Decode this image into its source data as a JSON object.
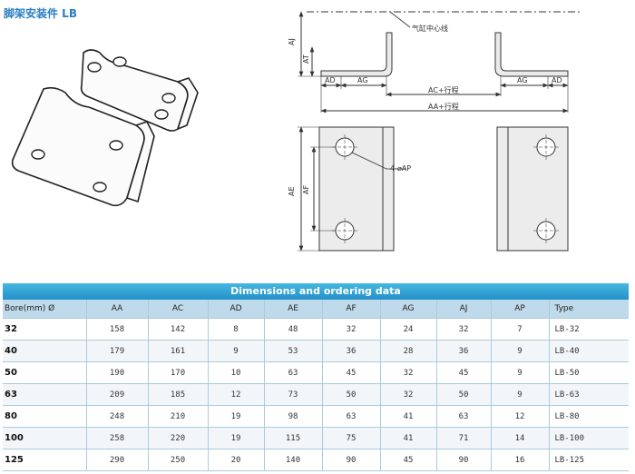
{
  "title": "脚架安装件 LB",
  "drawing": {
    "center_line_label": "气缸中心线",
    "hole_label": "4-⌀AP",
    "dims": {
      "aj": "AJ",
      "at": "AT",
      "ad": "AD",
      "ag": "AG",
      "af": "AF",
      "ae": "AE",
      "ac_stroke": "AC+行程",
      "aa_stroke": "AA+行程"
    }
  },
  "table": {
    "title": "Dimensions and ordering data",
    "columns": [
      "Bore(mm) Ø",
      "AA",
      "AC",
      "AD",
      "AE",
      "AF",
      "AG",
      "AJ",
      "AP",
      "Type"
    ],
    "rows": [
      [
        "32",
        "158",
        "142",
        "8",
        "48",
        "32",
        "24",
        "32",
        "7",
        "LB-32"
      ],
      [
        "40",
        "179",
        "161",
        "9",
        "53",
        "36",
        "28",
        "36",
        "9",
        "LB-40"
      ],
      [
        "50",
        "190",
        "170",
        "10",
        "63",
        "45",
        "32",
        "45",
        "9",
        "LB-50"
      ],
      [
        "63",
        "209",
        "185",
        "12",
        "73",
        "50",
        "32",
        "50",
        "9",
        "LB-63"
      ],
      [
        "80",
        "248",
        "210",
        "19",
        "98",
        "63",
        "41",
        "63",
        "12",
        "LB-80"
      ],
      [
        "100",
        "258",
        "220",
        "19",
        "115",
        "75",
        "41",
        "71",
        "14",
        "LB-100"
      ],
      [
        "125",
        "290",
        "250",
        "20",
        "140",
        "90",
        "45",
        "90",
        "16",
        "LB-125"
      ]
    ]
  }
}
